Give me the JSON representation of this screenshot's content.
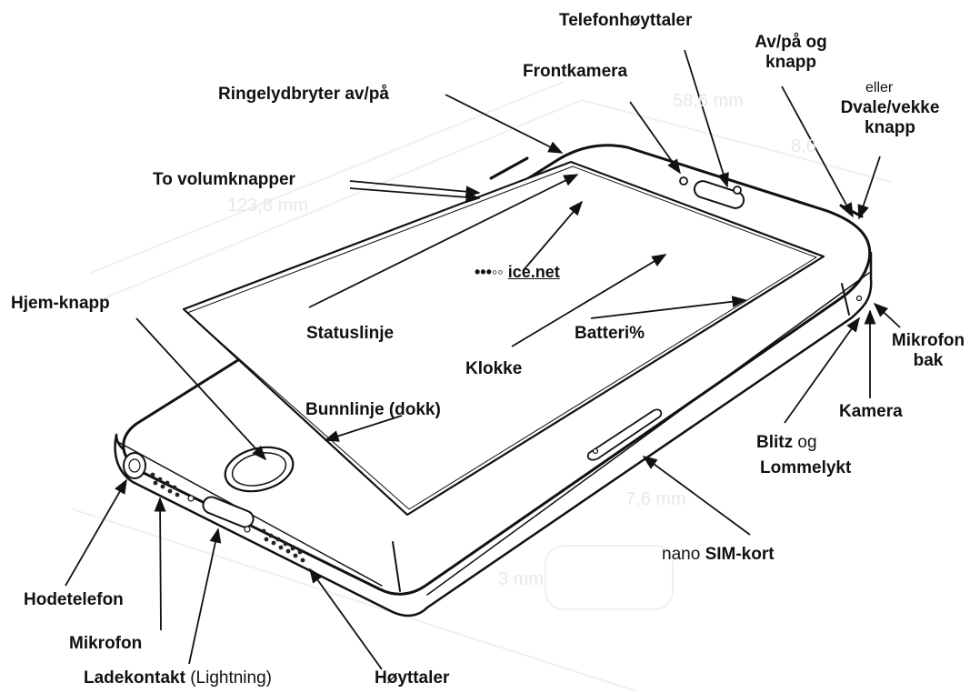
{
  "labels": {
    "telefonhoyttaler": "Telefonhøyttaler",
    "av_pa_og": "Av/på og",
    "knapp": "knapp",
    "eller": "eller",
    "dvale_vekke": "Dvale/vekke",
    "knapp2": "knapp",
    "frontkamera": "Frontkamera",
    "ringelydbryter": "Ringelydbryter av/på",
    "to_volumknapper": "To volumknapper",
    "hjem_knapp": "Hjem-knapp",
    "statuslinje": "Statuslinje",
    "batteri": "Batteri%",
    "klokke": "Klokke",
    "mikrofon_bak_1": "Mikrofon",
    "mikrofon_bak_2": "bak",
    "kamera": "Kamera",
    "bunnlinje": "Bunnlinje (dokk)",
    "blitz": "Blitz",
    "og": "og",
    "lommelykt": "Lommelykt",
    "nano": "nano",
    "sim_kort": "SIM-kort",
    "hodetelefon": "Hodetelefon",
    "mikrofon": "Mikrofon",
    "ladekontakt": "Ladekontakt",
    "lightning": "(Lightning)",
    "hoyttaler": "Høyttaler"
  },
  "screen": {
    "signal_dots": "•••◦◦",
    "carrier": "ice.net"
  },
  "faded_dimensions": [
    "58,6 mm",
    "123,8 mm",
    "7,6 mm",
    "3 mm",
    "8,6"
  ]
}
